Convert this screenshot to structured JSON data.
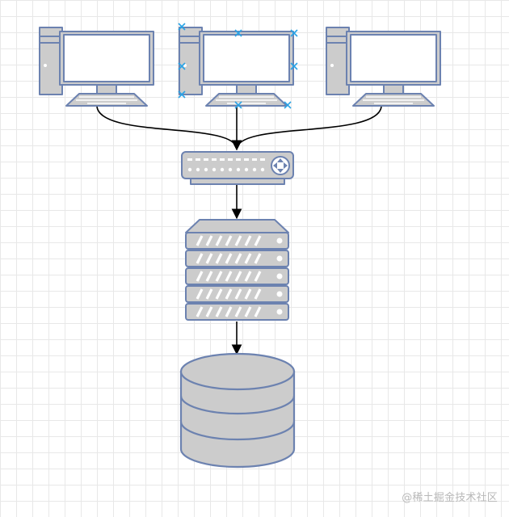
{
  "diagram": {
    "nodes": [
      {
        "id": "pc-left",
        "kind": "desktop-computer"
      },
      {
        "id": "pc-center",
        "kind": "desktop-computer",
        "selected": true
      },
      {
        "id": "pc-right",
        "kind": "desktop-computer"
      },
      {
        "id": "router",
        "kind": "network-router"
      },
      {
        "id": "server",
        "kind": "rack-server"
      },
      {
        "id": "database",
        "kind": "database-cylinder"
      }
    ],
    "edges": [
      {
        "from": "pc-left",
        "to": "router"
      },
      {
        "from": "pc-center",
        "to": "router"
      },
      {
        "from": "pc-right",
        "to": "router"
      },
      {
        "from": "router",
        "to": "server"
      },
      {
        "from": "server",
        "to": "database"
      }
    ],
    "colors": {
      "stroke": "#6c82b0",
      "fill": "#cccccc",
      "screen": "#ffffff",
      "edge": "#000000",
      "selection": "#29a3e6",
      "grid": "#e8e8e8",
      "background": "#ffffff"
    }
  },
  "watermark": "@稀土掘金技术社区"
}
